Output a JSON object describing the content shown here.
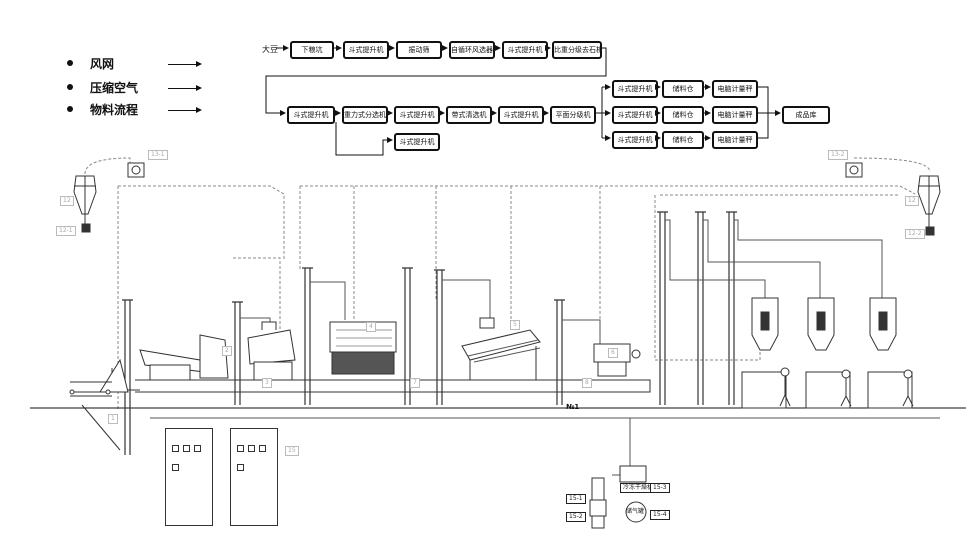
{
  "legend": [
    {
      "label": "风网"
    },
    {
      "label": "压缩空气"
    },
    {
      "label": "物料流程"
    }
  ],
  "flow": {
    "start_label": "大豆",
    "row1": [
      "下粮坑",
      "斗式提升机",
      "振动筛",
      "自循环风选器",
      "斗式提升机",
      "比重分级去石机"
    ],
    "row2": [
      "斗式提升机",
      "重力式分选机",
      "斗式提升机",
      "带式清选机",
      "斗式提升机",
      "平面分级机"
    ],
    "row2_branch": "斗式提升机",
    "outputs": [
      {
        "elevator": "斗式提升机",
        "bin": "储料仓",
        "scale": "电脑计量秤"
      },
      {
        "elevator": "斗式提升机",
        "bin": "储料仓",
        "scale": "电脑计量秤"
      },
      {
        "elevator": "斗式提升机",
        "bin": "储料仓",
        "scale": "电脑计量秤"
      }
    ],
    "final": "成品库"
  },
  "machine_tags": {
    "fan_left": "13-1",
    "fan_right": "13-2",
    "cyclone_left": "12",
    "cyclone_right": "12",
    "airlock_left": "12-1",
    "airlock_right": "12-2",
    "m1": "1",
    "m2": "2",
    "m3": "3",
    "m4": "4",
    "m5": "5",
    "m6": "6",
    "m7": "7",
    "m8": "8",
    "panel": "15",
    "compressor_a": "15-1",
    "compressor_b": "15-2",
    "dryer_tag": "15-3",
    "tank_tag": "15-4",
    "dryer_label": "冷冻干燥机",
    "tank_label": "储气罐"
  },
  "ground_marker": "№1",
  "colors": {
    "line": "#111111",
    "dash": "#888888",
    "machine": "#333333"
  }
}
